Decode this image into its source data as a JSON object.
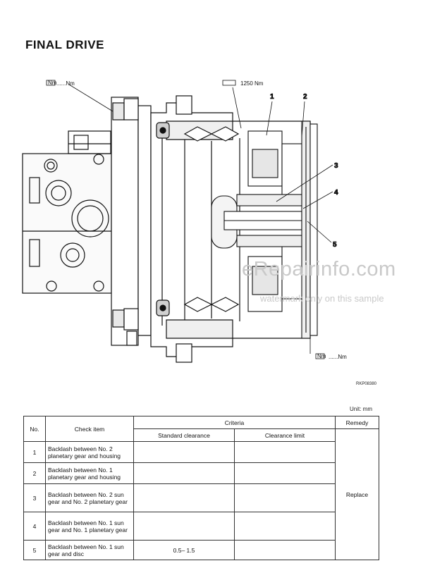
{
  "page": {
    "title": "FINAL DRIVE",
    "figure_code": "RKP08380",
    "watermark": "eRepairinfo.com",
    "watermark_sub": "watermark only on this sample"
  },
  "drawing": {
    "torque_labels": [
      "Nm",
      "......Nm",
      "1250 Nm",
      "Nm",
      "......Nm"
    ],
    "callouts": [
      "1",
      "2",
      "3",
      "4",
      "5"
    ]
  },
  "table": {
    "unit": "Unit: mm",
    "headers": {
      "no": "No.",
      "check_item": "Check item",
      "criteria": "Criteria",
      "remedy": "Remedy",
      "standard": "Standard clearance",
      "limit": "Clearance limit"
    },
    "rows": [
      {
        "no": "1",
        "item": "Backlash between No. 2 planetary gear and housing",
        "standard": "",
        "limit": ""
      },
      {
        "no": "2",
        "item": "Backlash between No. 1 planetary gear and housing",
        "standard": "",
        "limit": ""
      },
      {
        "no": "3",
        "item": "Backlash between No. 2 sun gear and No. 2 planetary gear",
        "standard": "",
        "limit": ""
      },
      {
        "no": "4",
        "item": "Backlash between No. 1 sun gear and No. 1 planetary gear",
        "standard": "",
        "limit": ""
      },
      {
        "no": "5",
        "item": "Backlash between No. 1 sun gear and disc",
        "standard": "0.5– 1.5",
        "limit": ""
      }
    ],
    "remedy": "Replace"
  }
}
